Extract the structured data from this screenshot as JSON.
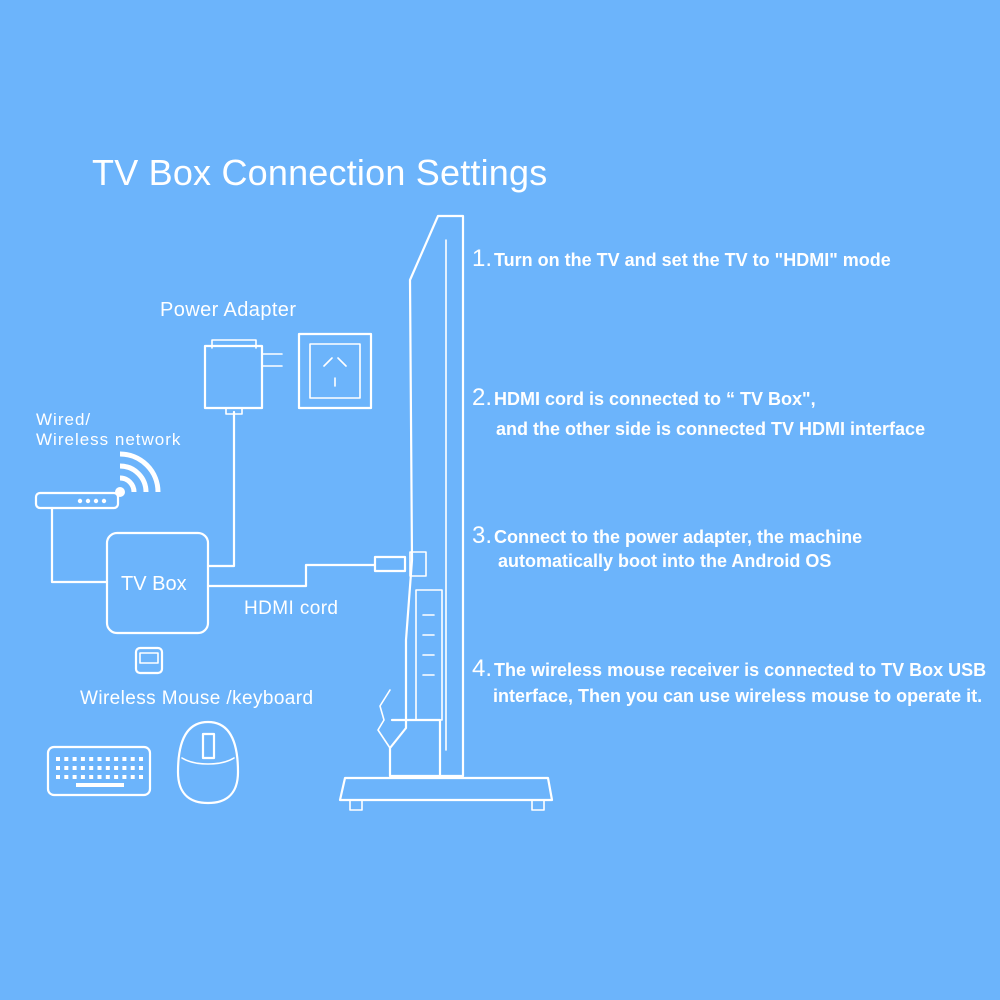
{
  "title": "TV Box Connection Settings",
  "labels": {
    "power_adapter": "Power Adapter",
    "network_line1": "Wired/",
    "network_line2": "Wireless network",
    "tv_box": "TV Box",
    "hdmi_cord": "HDMI cord",
    "mouse_keyboard": "Wireless Mouse /keyboard"
  },
  "steps": [
    {
      "number": "1.",
      "lines": [
        "Turn on the TV and set the TV to \"HDMI\" mode"
      ]
    },
    {
      "number": "2.",
      "lines": [
        "HDMI cord is connected to “ TV Box\",",
        "and the other side is connected TV HDMI interface"
      ]
    },
    {
      "number": "3.",
      "lines": [
        "Connect to the power adapter, the machine",
        "automatically boot into the Android OS"
      ]
    },
    {
      "number": "4.",
      "lines": [
        "The wireless mouse receiver is connected to TV  Box USB",
        "interface, Then you can use wireless mouse to operate it."
      ]
    }
  ],
  "colors": {
    "background": "#6cb4fb",
    "foreground": "#ffffff"
  },
  "icons": [
    "power-adapter-icon",
    "wall-socket-icon",
    "router-icon",
    "wifi-signal-icon",
    "tv-box-icon",
    "usb-receiver-icon",
    "keyboard-icon",
    "mouse-icon",
    "tv-side-view-icon"
  ]
}
